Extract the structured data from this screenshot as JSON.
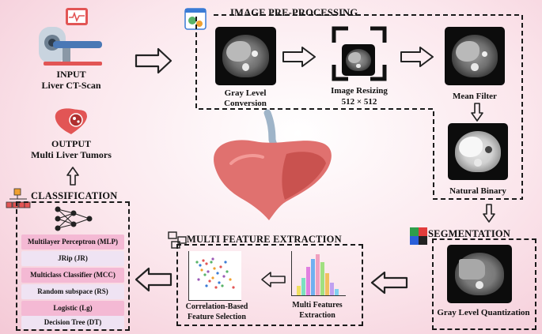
{
  "input": {
    "title": "INPUT",
    "subtitle": "Liver CT-Scan"
  },
  "preprocessing": {
    "title": "IMAGE PRE-PROCESSING",
    "gray_level": "Gray Level Conversion",
    "resizing": "Image Resizing",
    "resizing_size": "512 × 512",
    "mean_filter": "Mean Filter",
    "natural_binary": "Natural Binary"
  },
  "segmentation": {
    "title": "SEGMENTATION",
    "quantization": "Gray Level Quantization"
  },
  "feature_extraction": {
    "title": "MULTI FEATURE EXTRACTION",
    "multi_features": "Multi Features Extraction",
    "correlation": "Correlation-Based Feature Selection"
  },
  "classification": {
    "title": "CLASSIFICATION",
    "methods": [
      "Multilayer Perceptron (MLP)",
      "JRip (JR)",
      "Multiclass Classifier (MCC)",
      "Random subspace (RS)",
      "Logistic (Lg)",
      "Decision Tree (DT)"
    ]
  },
  "output": {
    "title": "OUTPUT",
    "subtitle": "Multi Liver Tumors"
  },
  "colors": {
    "liver": "#e0716f",
    "liver_dark": "#c9524f",
    "vessel": "#9fb4c8",
    "pink_row": "#f4b9d4",
    "lilac_row": "#efe3f3"
  }
}
